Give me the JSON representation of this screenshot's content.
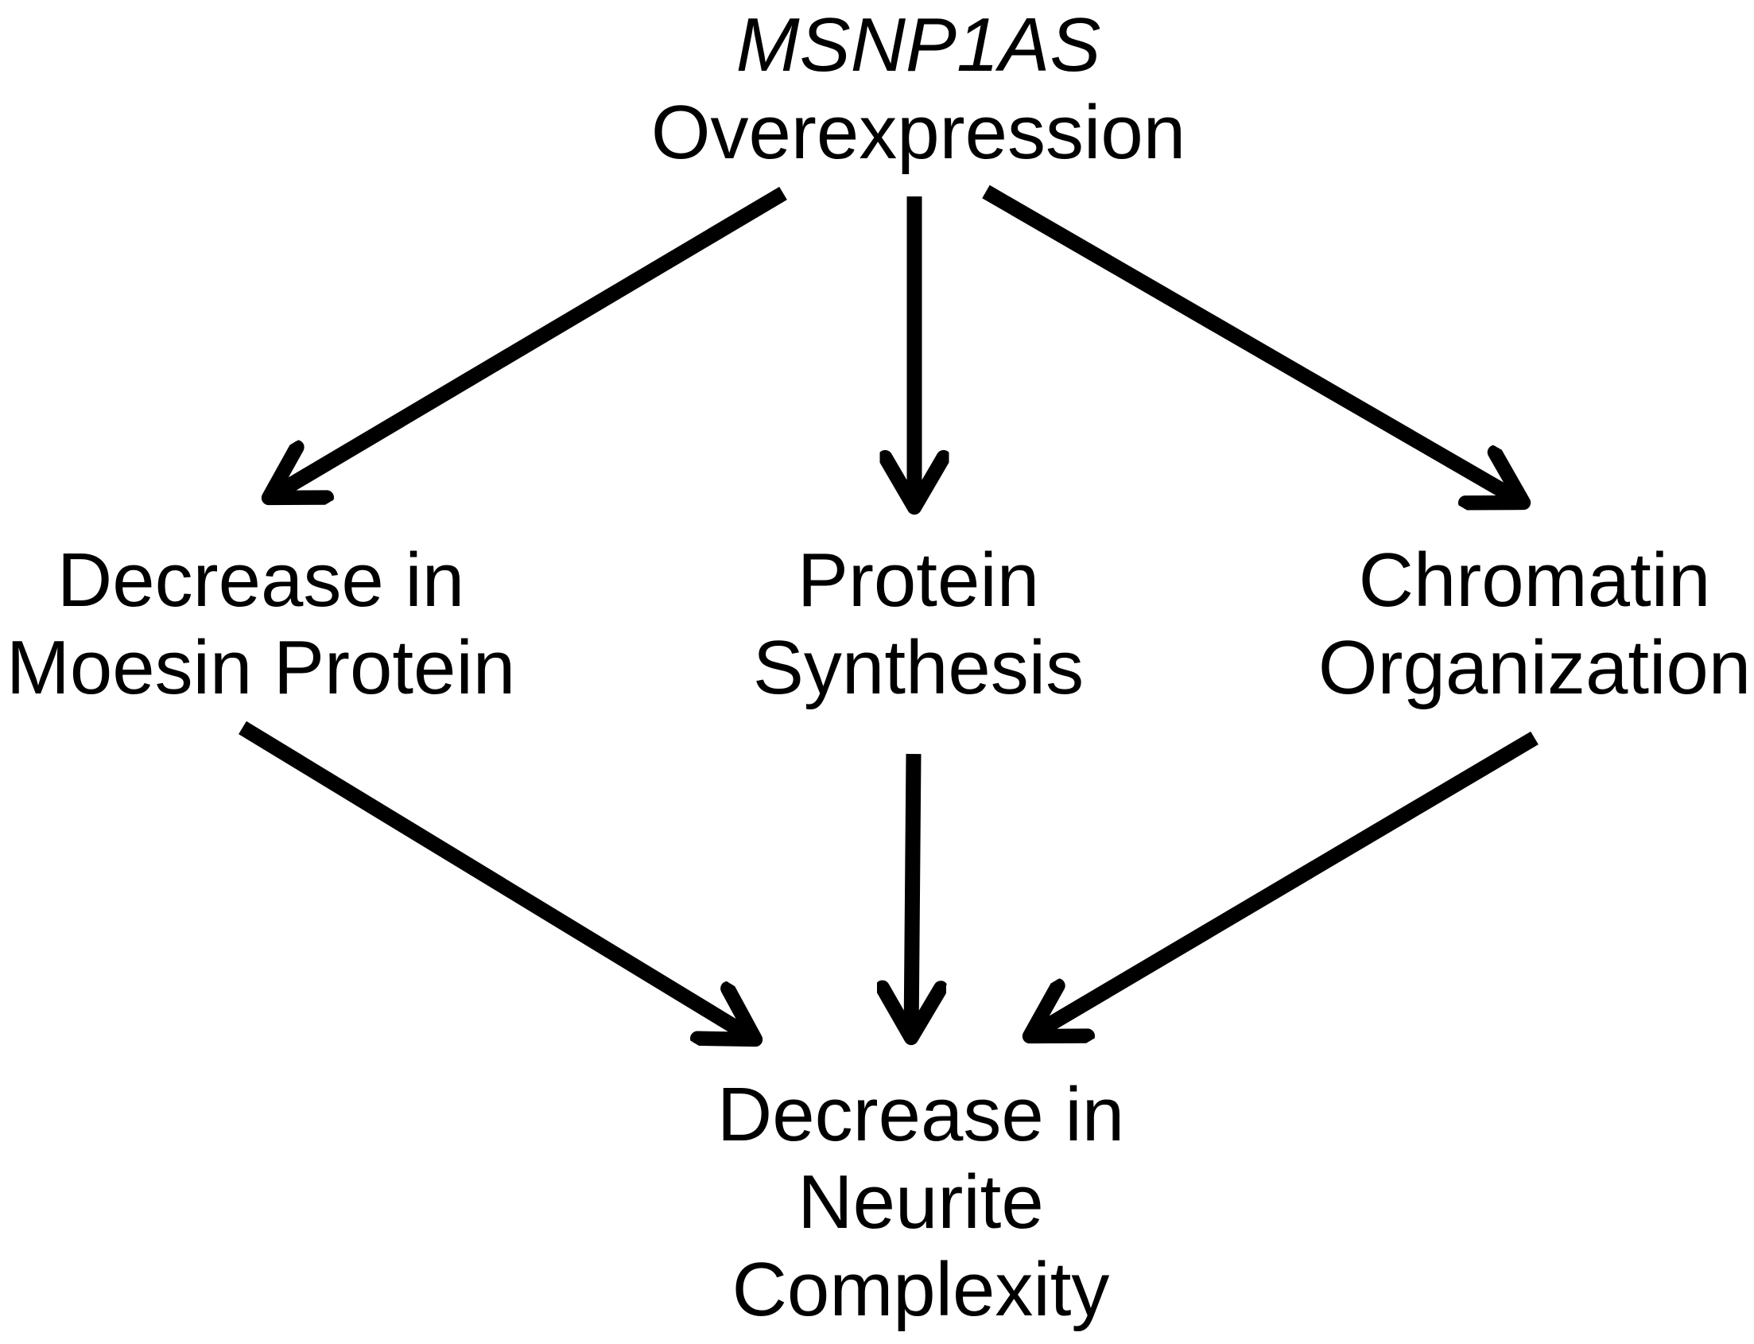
{
  "diagram": {
    "background_color": "#ffffff",
    "ink_color": "#000000",
    "nodes": [
      {
        "id": "msnp1as-overexpression",
        "lines": [
          "MSNP1AS",
          "Overexpression"
        ]
      },
      {
        "id": "decrease-moesin-protein",
        "lines": [
          "Decrease in",
          "Moesin Protein"
        ]
      },
      {
        "id": "protein-synthesis",
        "lines": [
          "Protein",
          "Synthesis"
        ]
      },
      {
        "id": "chromatin-organization",
        "lines": [
          "Chromatin",
          "Organization"
        ]
      },
      {
        "id": "decrease-neurite-complexity",
        "lines": [
          "Decrease in",
          "Neurite",
          "Complexity"
        ]
      }
    ],
    "edges": [
      {
        "from": "msnp1as-overexpression",
        "to": "decrease-moesin-protein"
      },
      {
        "from": "msnp1as-overexpression",
        "to": "protein-synthesis"
      },
      {
        "from": "msnp1as-overexpression",
        "to": "chromatin-organization"
      },
      {
        "from": "decrease-moesin-protein",
        "to": "decrease-neurite-complexity"
      },
      {
        "from": "protein-synthesis",
        "to": "decrease-neurite-complexity"
      },
      {
        "from": "chromatin-organization",
        "to": "decrease-neurite-complexity"
      }
    ]
  }
}
